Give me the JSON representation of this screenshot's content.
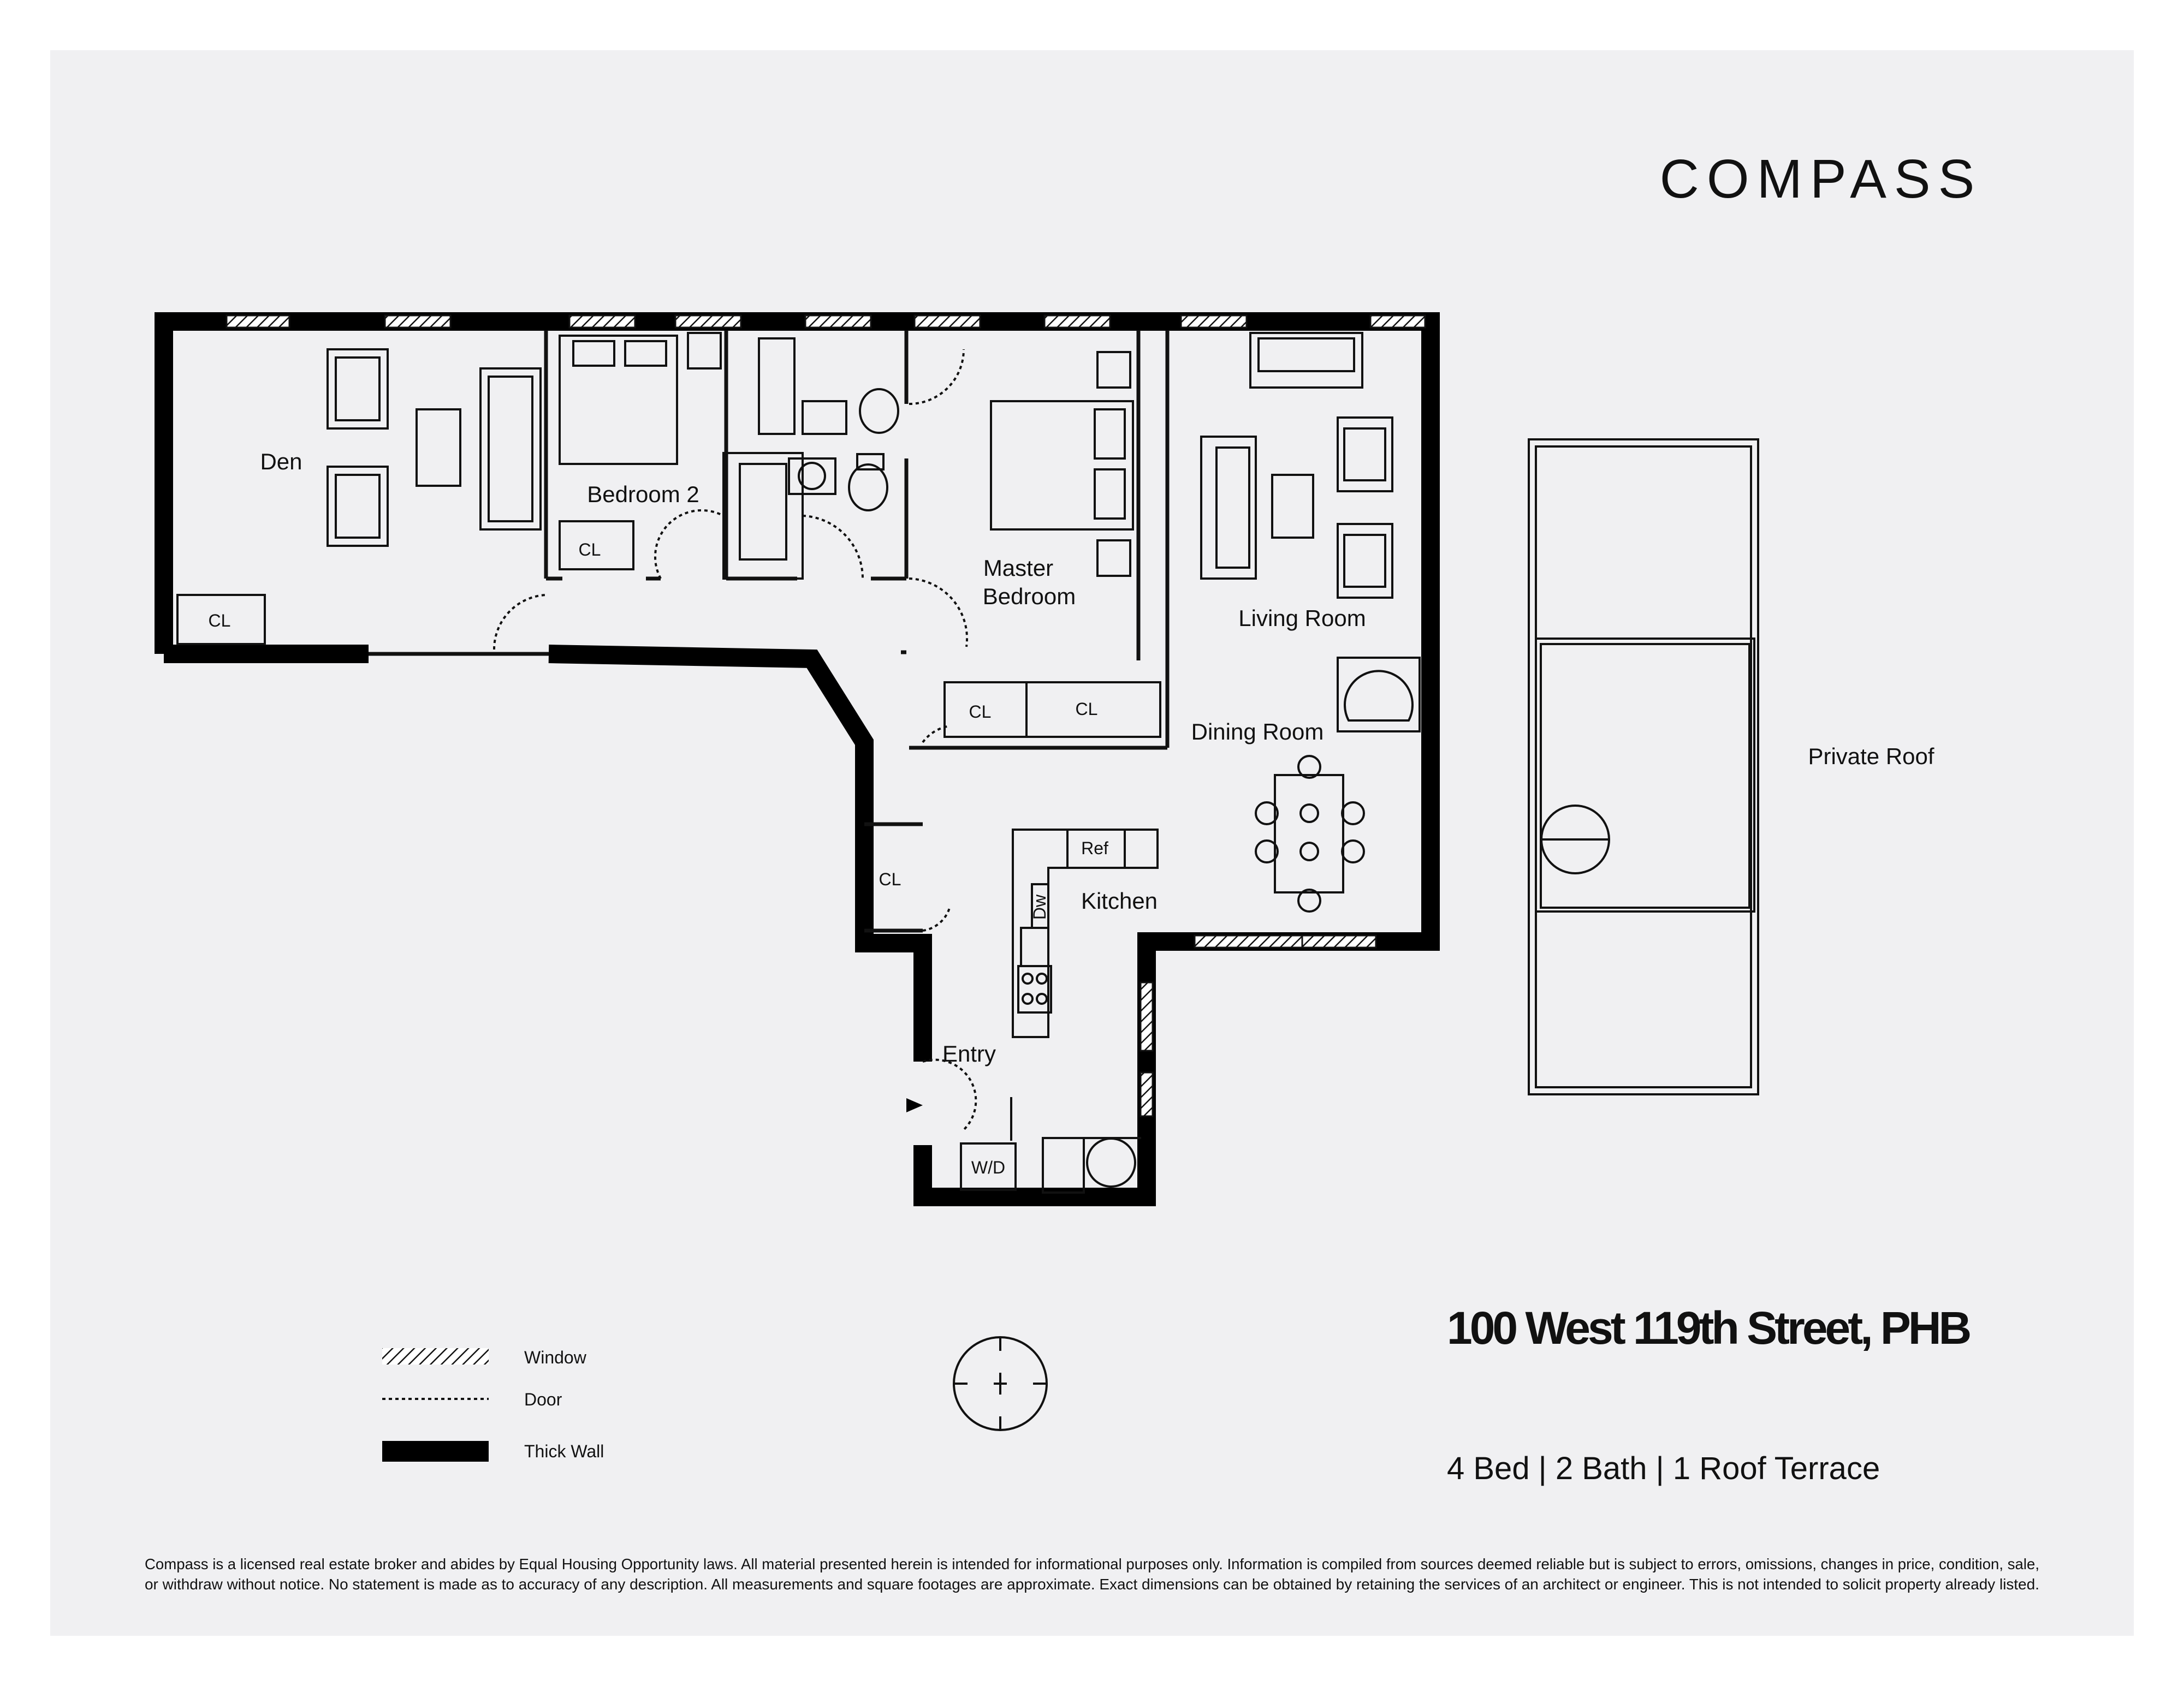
{
  "brand": "COMPASS",
  "rooms": {
    "den": "Den",
    "bedroom2": "Bedroom 2",
    "master_line1": "Master",
    "master_line2": "Bedroom",
    "living": "Living Room",
    "dining": "Dining Room",
    "kitchen": "Kitchen",
    "entry": "Entry",
    "private_roof": "Private Roof"
  },
  "fixtures": {
    "closet": "CL",
    "ref": "Ref",
    "dw": "Dw",
    "wd": "W/D"
  },
  "legend": {
    "window": "Window",
    "door": "Door",
    "thick_wall": "Thick Wall"
  },
  "listing": {
    "address": "100 West 119th Street, PHB",
    "summary": "4 Bed | 2 Bath | 1 Roof Terrace"
  },
  "disclaimer": {
    "line1": "Compass is a licensed real estate broker and abides by Equal Housing Opportunity laws. All material presented herein is intended for informational purposes only. Information is compiled from sources deemed reliable but is subject to errors, omissions, changes in price, condition, sale,",
    "line2": "or withdraw without notice. No statement is made as to accuracy of any description. All measurements and square footages are approximate. Exact dimensions can be obtained by retaining the services of an architect or engineer. This is not intended to solicit property already listed."
  }
}
